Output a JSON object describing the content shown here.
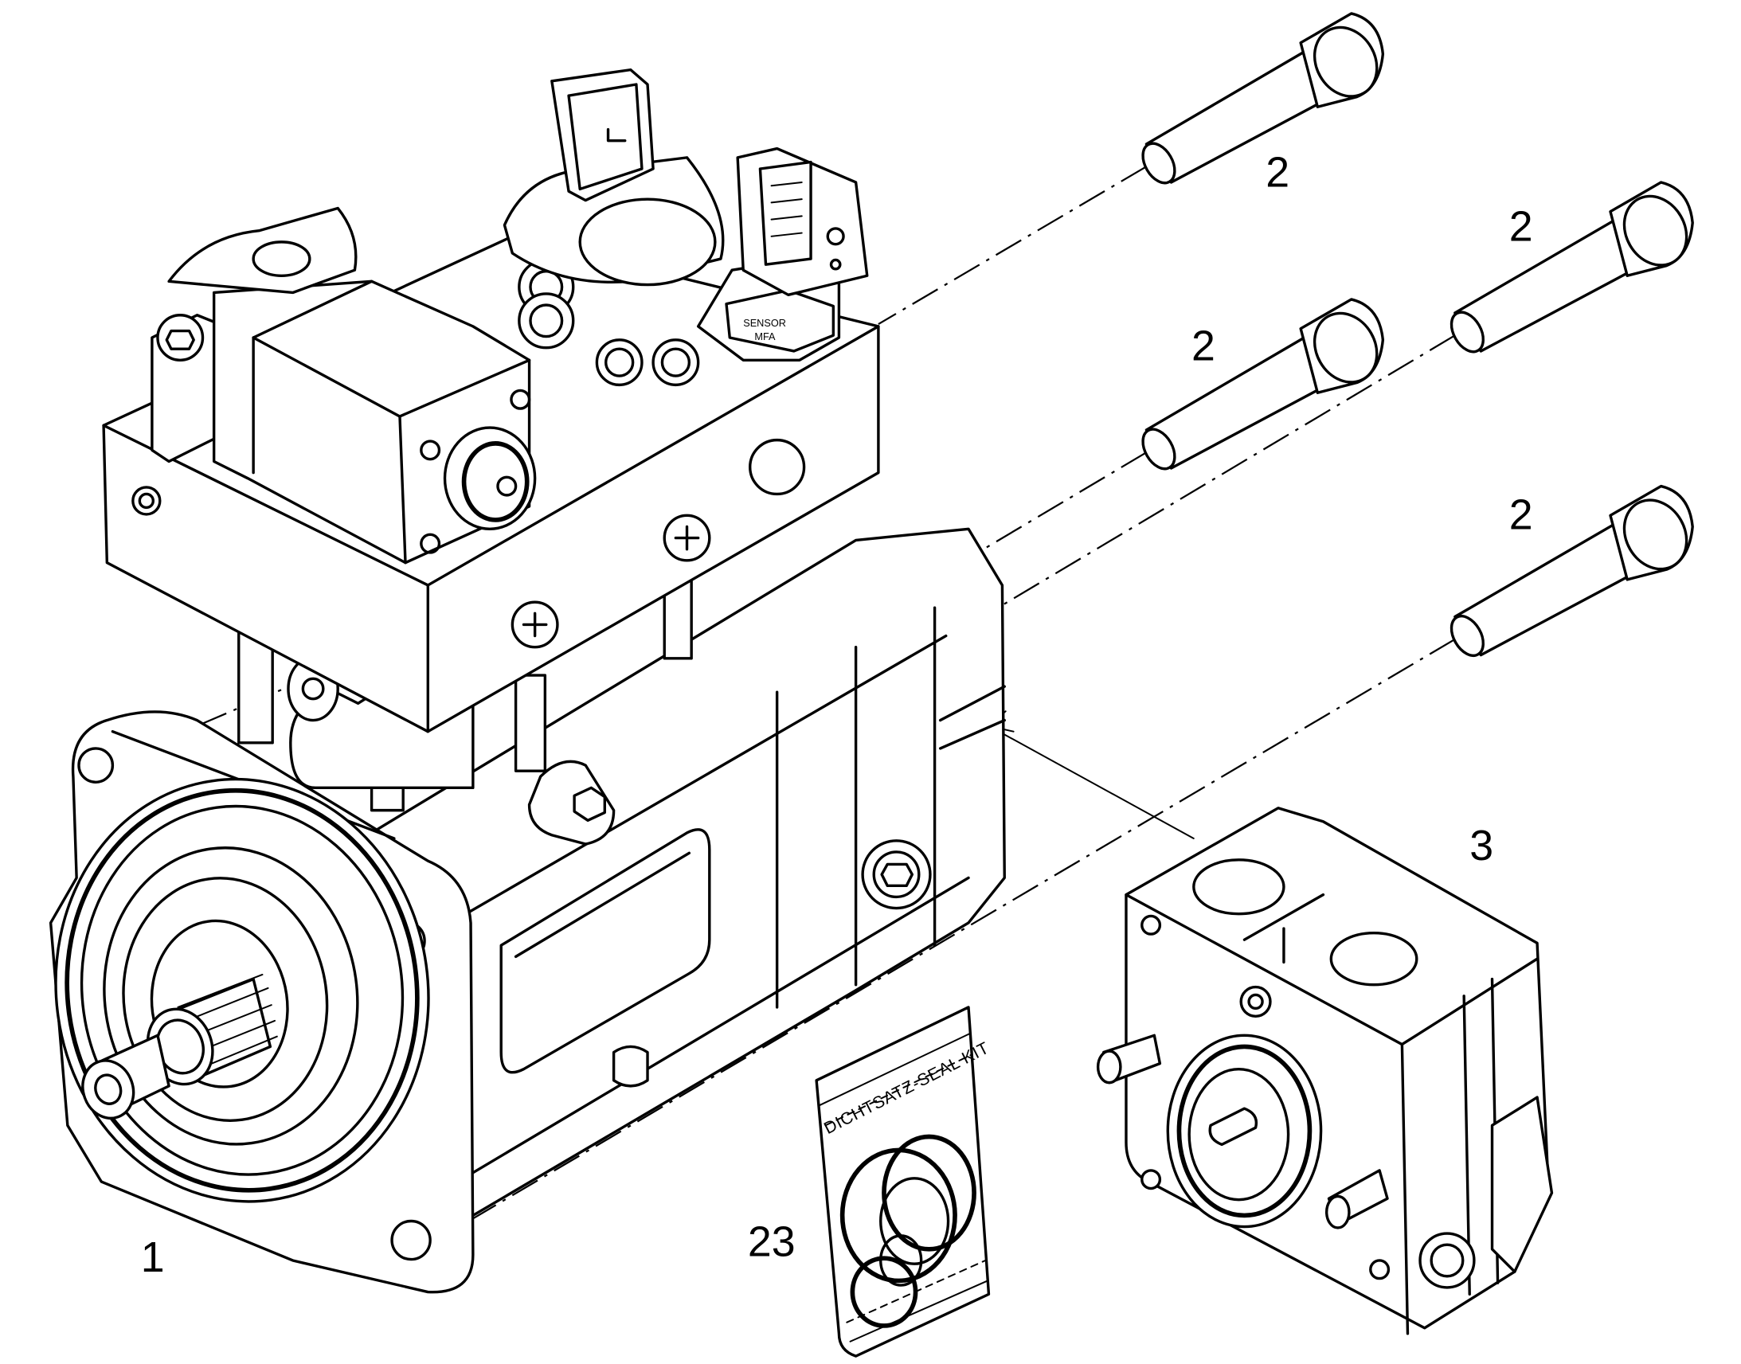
{
  "callouts": {
    "pump": "1",
    "bolt_a": "2",
    "bolt_b": "2",
    "bolt_c": "2",
    "bolt_d": "2",
    "gear_pump": "3",
    "seal_kit": "23"
  },
  "seal_kit_label": "DICHTSATZ-SEAL KIT",
  "sensor_marking_top": "SENSOR",
  "sensor_marking_bottom": "MFA",
  "colors": {
    "line": "#000000",
    "background": "#ffffff"
  }
}
